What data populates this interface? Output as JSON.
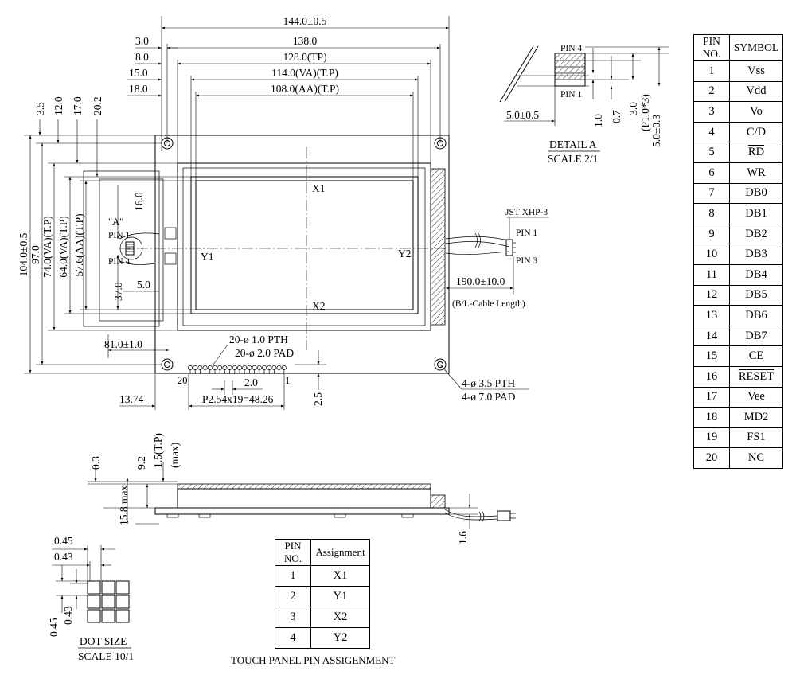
{
  "top_dims": {
    "overall": "144.0±0.5",
    "d3": "3.0",
    "d138": "138.0",
    "d8": "8.0",
    "d128": "128.0(TP)",
    "d15": "15.0",
    "d114": "114.0(VA)(T.P)",
    "d18": "18.0",
    "d108": "108.0(AA)(T.P)"
  },
  "left_dims": {
    "d35": "3.5",
    "d12": "12.0",
    "d17": "17.0",
    "d202": "20.2",
    "d104": "104.0±0.5",
    "d97": "97.0",
    "d74": "74.0(VA)(T.P)",
    "d64": "64.0(VA)(T.P)",
    "d576": "57.6(AA)(T.P)",
    "d37": "37.0",
    "d16": "16.0",
    "d5": "5.0"
  },
  "labels": {
    "x1": "X1",
    "x2": "X2",
    "y1": "Y1",
    "y2": "Y2",
    "a_ref": "\"A\"",
    "pin1_small": "PIN 1",
    "pin4_small": "PIN 4",
    "d81": "81.0±1.0",
    "pth20": "20-ø 1.0 PTH",
    "pad20": "20-ø 2.0 PAD",
    "d20": "2.0",
    "pin20": "20",
    "pin1n": "1",
    "pitch": "P2.54x19=48.26",
    "d1374": "13.74",
    "d25": "2.5",
    "jst": "JST XHP-3",
    "cable_pin1": "PIN 1",
    "cable_pin3": "PIN 3",
    "cable_len": "190.0±10.0",
    "cable_desc": "(B/L-Cable Length)",
    "pth4": "4-ø 3.5 PTH",
    "pad4": "4-ø 7.0 PAD"
  },
  "detail_a": {
    "pin4": "PIN 4",
    "pin1": "PIN 1",
    "d50": "5.0±0.5",
    "d10": "1.0",
    "d07": "0.7",
    "d30": "3.0",
    "p10": "(P1.0*3)",
    "d50b": "5.0±0.3",
    "title": "DETAIL A",
    "scale": "SCALE 2/1"
  },
  "side_view": {
    "d03": "0.3",
    "d92": "9.2",
    "d15tp": "1.5(T.P)",
    "max": "(max)",
    "d158": "15.8 max",
    "d16": "1.6"
  },
  "dot_size": {
    "d045a": "0.45",
    "d043a": "0.43",
    "d045b": "0.45",
    "d043b": "0.43",
    "title": "DOT SIZE",
    "scale": "SCALE 10/1"
  },
  "pin_table": {
    "headers": [
      "PIN NO.",
      "SYMBOL"
    ],
    "rows": [
      [
        "1",
        "Vss"
      ],
      [
        "2",
        "Vdd"
      ],
      [
        "3",
        "Vo"
      ],
      [
        "4",
        "C/D"
      ],
      [
        "5",
        "RD"
      ],
      [
        "6",
        "WR"
      ],
      [
        "7",
        "DB0"
      ],
      [
        "8",
        "DB1"
      ],
      [
        "9",
        "DB2"
      ],
      [
        "10",
        "DB3"
      ],
      [
        "11",
        "DB4"
      ],
      [
        "12",
        "DB5"
      ],
      [
        "13",
        "DB6"
      ],
      [
        "14",
        "DB7"
      ],
      [
        "15",
        "CE"
      ],
      [
        "16",
        "RESET"
      ],
      [
        "17",
        "Vee"
      ],
      [
        "18",
        "MD2"
      ],
      [
        "19",
        "FS1"
      ],
      [
        "20",
        "NC"
      ]
    ]
  },
  "touch_table": {
    "headers": [
      "PIN NO.",
      "Assignment"
    ],
    "rows": [
      [
        "1",
        "X1"
      ],
      [
        "2",
        "Y1"
      ],
      [
        "3",
        "X2"
      ],
      [
        "4",
        "Y2"
      ]
    ]
  },
  "touch_caption": "TOUCH PANEL PIN ASSIGENMENT"
}
